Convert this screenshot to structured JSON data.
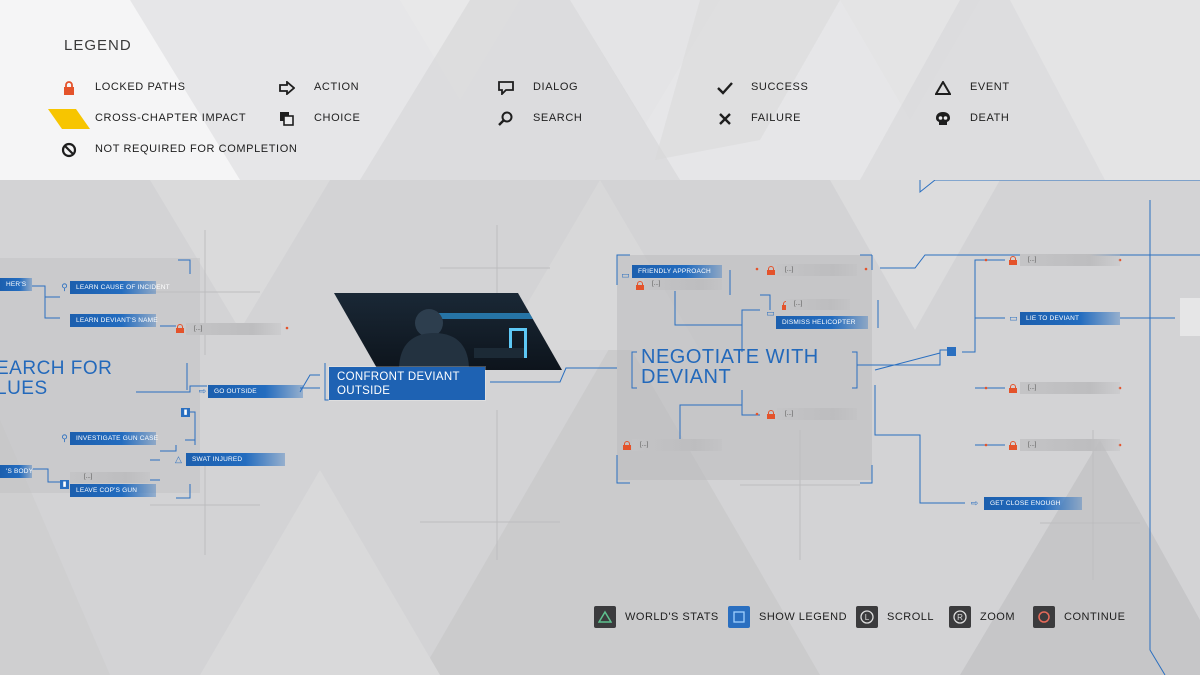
{
  "legend": {
    "title": "LEGEND",
    "items": [
      {
        "icon": "lock-icon",
        "label": "LOCKED PATHS"
      },
      {
        "icon": "arrow-right-icon",
        "label": "ACTION"
      },
      {
        "icon": "dialog-icon",
        "label": "DIALOG"
      },
      {
        "icon": "checkmark-icon",
        "label": "SUCCESS"
      },
      {
        "icon": "triangle-icon",
        "label": "EVENT"
      },
      {
        "icon": "cross-chapter-icon",
        "label": "CROSS-CHAPTER IMPACT"
      },
      {
        "icon": "choice-icon",
        "label": "CHOICE"
      },
      {
        "icon": "search-icon",
        "label": "SEARCH"
      },
      {
        "icon": "cross-icon",
        "label": "FAILURE"
      },
      {
        "icon": "skull-icon",
        "label": "DEATH"
      },
      {
        "icon": "not-required-icon",
        "label": "NOT REQUIRED FOR COMPLETION"
      }
    ]
  },
  "colors": {
    "accent_blue": "#2369bb",
    "lock_orange": "#e4532b",
    "cross_chapter_yellow": "#f7c500",
    "background": "#d4d4d6"
  },
  "flowchart": {
    "left_section_title": "EARCH FOR\nLUES",
    "main_node_label": "CONFRONT DEVIANT\nOUTSIDE",
    "section_title": "NEGOTIATE WITH\nDEVIANT",
    "nodes": {
      "father": "HER'S",
      "learn_cause": "LEARN CAUSE OF INCIDENT",
      "learn_name": "LEARN DEVIANT'S NAME",
      "go_outside": "GO OUTSIDE",
      "investigate_gun": "INVESTIGATE GUN CASE",
      "cops_body": "'S BODY",
      "leave_gun": "LEAVE COP'S GUN",
      "swat_injured": "SWAT INJURED",
      "friendly_approach": "FRIENDLY APPROACH",
      "dismiss_helicopter": "DISMISS HELICOPTER",
      "lie_to_deviant": "LIE TO DEVIANT",
      "get_close": "GET CLOSE ENOUGH"
    },
    "locked_label": "[...]"
  },
  "footer": {
    "buttons": [
      {
        "icon": "triangle-button-icon",
        "label": "WORLD'S STATS"
      },
      {
        "icon": "touchpad-button-icon",
        "label": "SHOW LEGEND"
      },
      {
        "icon": "l-stick-button-icon",
        "label": "SCROLL"
      },
      {
        "icon": "r-stick-button-icon",
        "label": "ZOOM"
      },
      {
        "icon": "circle-button-icon",
        "label": "CONTINUE"
      }
    ]
  }
}
